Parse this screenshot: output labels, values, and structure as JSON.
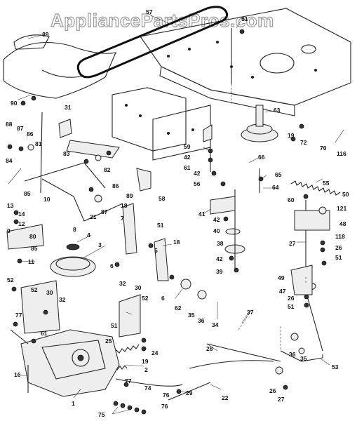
{
  "watermark": "AppliancePartsPros.com",
  "callouts": [
    {
      "id": "c57",
      "text": "57"
    },
    {
      "id": "c51a",
      "text": "51"
    },
    {
      "id": "c89a",
      "text": "89"
    },
    {
      "id": "c90",
      "text": "90"
    },
    {
      "id": "c31",
      "text": "31"
    },
    {
      "id": "c63",
      "text": "63"
    },
    {
      "id": "c19a",
      "text": "19"
    },
    {
      "id": "c72",
      "text": "72"
    },
    {
      "id": "c70",
      "text": "70"
    },
    {
      "id": "c116",
      "text": "116"
    },
    {
      "id": "c88a",
      "text": "88"
    },
    {
      "id": "c87a",
      "text": "87"
    },
    {
      "id": "c86a",
      "text": "86"
    },
    {
      "id": "c81",
      "text": "81"
    },
    {
      "id": "c59",
      "text": "59"
    },
    {
      "id": "c42a",
      "text": "42"
    },
    {
      "id": "c61a",
      "text": "61"
    },
    {
      "id": "c66a",
      "text": "66"
    },
    {
      "id": "c83",
      "text": "83"
    },
    {
      "id": "c82",
      "text": "82"
    },
    {
      "id": "c84",
      "text": "84"
    },
    {
      "id": "c42b",
      "text": "42"
    },
    {
      "id": "c56",
      "text": "56"
    },
    {
      "id": "c65",
      "text": "65"
    },
    {
      "id": "c64",
      "text": "64"
    },
    {
      "id": "c55",
      "text": "55"
    },
    {
      "id": "c58",
      "text": "58"
    },
    {
      "id": "c85a",
      "text": "85"
    },
    {
      "id": "c86b",
      "text": "86"
    },
    {
      "id": "c89b",
      "text": "89"
    },
    {
      "id": "c10",
      "text": "10"
    },
    {
      "id": "c87b",
      "text": "87"
    },
    {
      "id": "c21",
      "text": "21"
    },
    {
      "id": "c13",
      "text": "13"
    },
    {
      "id": "c14",
      "text": "14"
    },
    {
      "id": "c12",
      "text": "12"
    },
    {
      "id": "c9",
      "text": "9"
    },
    {
      "id": "c8",
      "text": "8"
    },
    {
      "id": "c18a",
      "text": "18"
    },
    {
      "id": "c7",
      "text": "7"
    },
    {
      "id": "c41",
      "text": "41"
    },
    {
      "id": "c42c",
      "text": "42"
    },
    {
      "id": "c40",
      "text": "40"
    },
    {
      "id": "c60",
      "text": "60"
    },
    {
      "id": "c50",
      "text": "50"
    },
    {
      "id": "c121",
      "text": "121"
    },
    {
      "id": "c48",
      "text": "48"
    },
    {
      "id": "c118",
      "text": "118"
    },
    {
      "id": "c27a",
      "text": "27"
    },
    {
      "id": "c26a",
      "text": "26"
    },
    {
      "id": "c51b",
      "text": "51"
    },
    {
      "id": "c80",
      "text": "80"
    },
    {
      "id": "c4",
      "text": "4"
    },
    {
      "id": "c3",
      "text": "3"
    },
    {
      "id": "c85b",
      "text": "85"
    },
    {
      "id": "c11",
      "text": "11"
    },
    {
      "id": "c6a",
      "text": "6"
    },
    {
      "id": "c51c",
      "text": "51"
    },
    {
      "id": "c5",
      "text": "5"
    },
    {
      "id": "c18b",
      "text": "18"
    },
    {
      "id": "c38",
      "text": "38"
    },
    {
      "id": "c42d",
      "text": "42"
    },
    {
      "id": "c39",
      "text": "39"
    },
    {
      "id": "c49",
      "text": "49"
    },
    {
      "id": "c47",
      "text": "47"
    },
    {
      "id": "c26b",
      "text": "26"
    },
    {
      "id": "c51d",
      "text": "51"
    },
    {
      "id": "c52a",
      "text": "52"
    },
    {
      "id": "c52b",
      "text": "52"
    },
    {
      "id": "c30a",
      "text": "30"
    },
    {
      "id": "c32a",
      "text": "32"
    },
    {
      "id": "c32b",
      "text": "32"
    },
    {
      "id": "c30b",
      "text": "30"
    },
    {
      "id": "c52c",
      "text": "52"
    },
    {
      "id": "c6b",
      "text": "6"
    },
    {
      "id": "c62",
      "text": "62"
    },
    {
      "id": "c35a",
      "text": "35"
    },
    {
      "id": "c36a",
      "text": "36"
    },
    {
      "id": "c34",
      "text": "34"
    },
    {
      "id": "c37",
      "text": "37"
    },
    {
      "id": "c77a",
      "text": "77"
    },
    {
      "id": "c61b",
      "text": "61"
    },
    {
      "id": "c51e",
      "text": "51"
    },
    {
      "id": "c25",
      "text": "25"
    },
    {
      "id": "c24",
      "text": "24"
    },
    {
      "id": "c19b",
      "text": "19"
    },
    {
      "id": "c2",
      "text": "2"
    },
    {
      "id": "c28",
      "text": "28"
    },
    {
      "id": "c36b",
      "text": "36"
    },
    {
      "id": "c35b",
      "text": "35"
    },
    {
      "id": "c53",
      "text": "53"
    },
    {
      "id": "c16",
      "text": "16"
    },
    {
      "id": "c77b",
      "text": "77"
    },
    {
      "id": "c1",
      "text": "1"
    },
    {
      "id": "c74",
      "text": "74"
    },
    {
      "id": "c29",
      "text": "29"
    },
    {
      "id": "c22",
      "text": "22"
    },
    {
      "id": "c26c",
      "text": "26"
    },
    {
      "id": "c76a",
      "text": "76"
    },
    {
      "id": "c27b",
      "text": "27"
    },
    {
      "id": "c75",
      "text": "75"
    },
    {
      "id": "c76b",
      "text": "76"
    }
  ]
}
